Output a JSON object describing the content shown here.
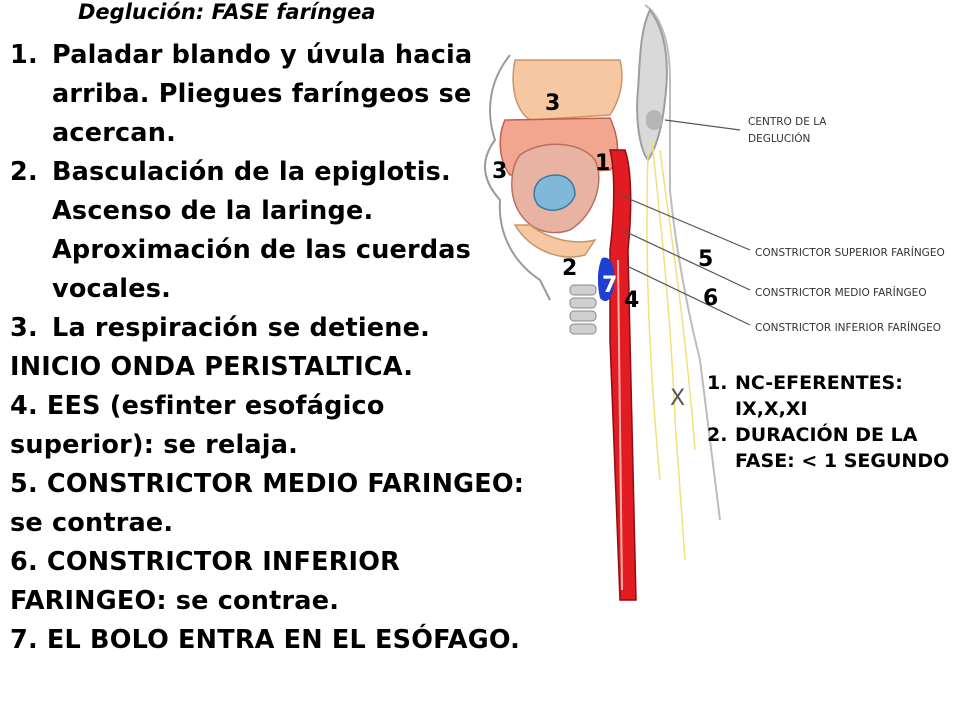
{
  "title": "Deglución: FASE faríngea",
  "steps": [
    {
      "num": "1.",
      "text": "Paladar blando y úvula hacia arriba. Pliegues faríngeos se acercan."
    },
    {
      "num": "2.",
      "text": "Basculación de la epiglotis. Ascenso de la laringe. Aproximación de las cuerdas vocales."
    },
    {
      "num": "3.",
      "text": "La respiración se detiene."
    }
  ],
  "lines": [
    "INICIO ONDA PERISTALTICA.",
    "4. EES (esfinter esofágico superior): se relaja.",
    "5. CONSTRICTOR MEDIO FARINGEO: se contrae.",
    "6. CONSTRICTOR INFERIOR FARINGEO: se contrae.",
    "7. EL BOLO ENTRA EN EL ESÓFAGO."
  ],
  "side_list": [
    {
      "num": "1.",
      "text": "NC-EFERENTES: IX,X,XI"
    },
    {
      "num": "2.",
      "text": "DURACIÓN DE LA FASE: < 1 SEGUNDO"
    }
  ],
  "figure": {
    "captions": {
      "centro": [
        "CENTRO DE LA",
        "DEGLUCIÓN"
      ],
      "superior": "CONSTRICTOR SUPERIOR FARÍNGEO",
      "medio": "CONSTRICTOR MEDIO FARÍNGEO",
      "inferior": "CONSTRICTOR INFERIOR FARÍNGEO",
      "x_mark": "X"
    },
    "markers": {
      "m3_top": "3",
      "m3_left": "3",
      "m1": "1",
      "m2": "2",
      "m7": "7",
      "m4": "4",
      "m5": "5",
      "m6": "6"
    },
    "colors": {
      "muscle": "#e31b23",
      "bolus": "#1f3fd0",
      "tissue": "#f6c7a0",
      "nerve": "#f2e07a"
    }
  }
}
